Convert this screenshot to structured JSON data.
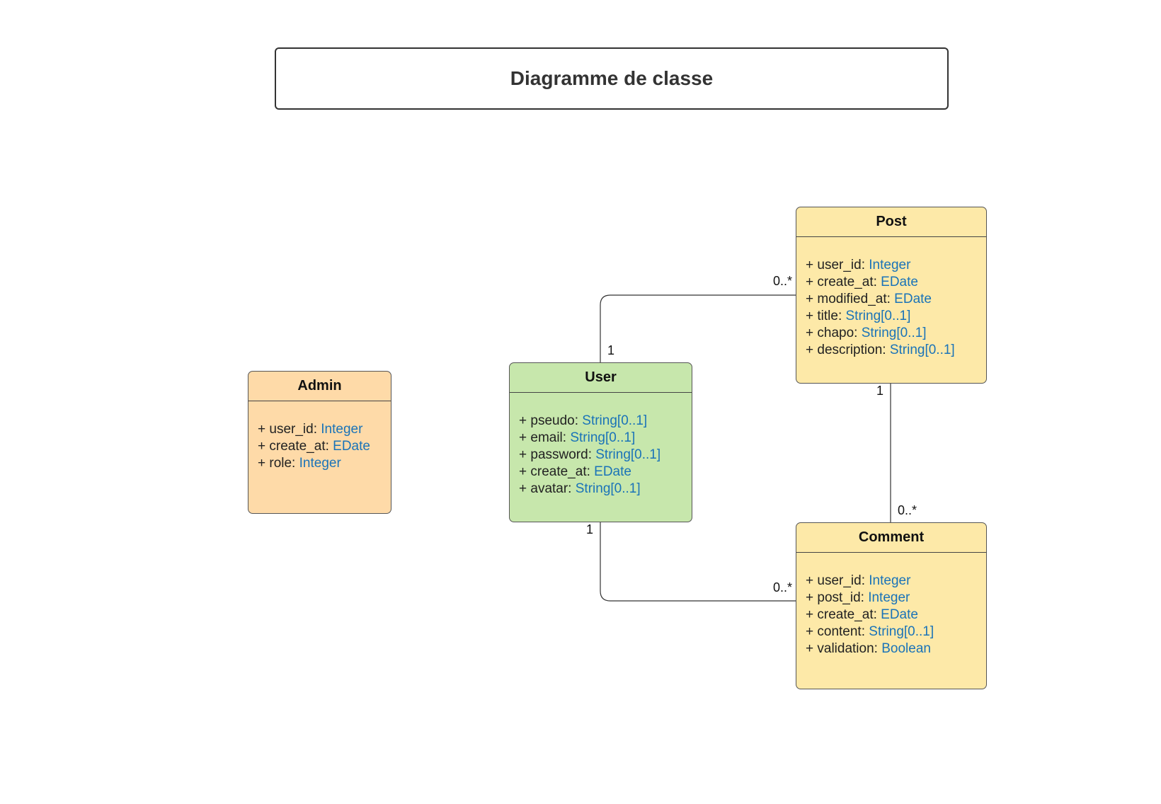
{
  "title": "Diagramme de classe",
  "colors": {
    "admin": "#fedaa8",
    "user": "#c7e7ac",
    "post": "#fde9a8",
    "comment": "#fde9a8",
    "type_text": "#1a73b8"
  },
  "classes": {
    "admin": {
      "name": "Admin",
      "attributes": [
        {
          "name": "+ user_id: ",
          "type": "Integer"
        },
        {
          "name": "+ create_at: ",
          "type": "EDate"
        },
        {
          "name": "+ role: ",
          "type": "Integer"
        }
      ]
    },
    "user": {
      "name": "User",
      "attributes": [
        {
          "name": "+ pseudo: ",
          "type": "String[0..1]"
        },
        {
          "name": "+ email: ",
          "type": "String[0..1]"
        },
        {
          "name": "+ password: ",
          "type": "String[0..1]"
        },
        {
          "name": "+ create_at: ",
          "type": "EDate"
        },
        {
          "name": "+ avatar: ",
          "type": "String[0..1]"
        }
      ]
    },
    "post": {
      "name": "Post",
      "attributes": [
        {
          "name": "+ user_id: ",
          "type": "Integer"
        },
        {
          "name": "+ create_at: ",
          "type": "EDate"
        },
        {
          "name": "+ modified_at: ",
          "type": "EDate"
        },
        {
          "name": "+ title: ",
          "type": "String[0..1]"
        },
        {
          "name": "+ chapo: ",
          "type": "String[0..1]"
        },
        {
          "name": "+ description: ",
          "type": "String[0..1]"
        }
      ]
    },
    "comment": {
      "name": "Comment",
      "attributes": [
        {
          "name": "+ user_id: ",
          "type": "Integer"
        },
        {
          "name": "+ post_id: ",
          "type": "Integer"
        },
        {
          "name": "+ create_at: ",
          "type": "EDate"
        },
        {
          "name": "+ content: ",
          "type": "String[0..1]"
        },
        {
          "name": "+ validation: ",
          "type": "Boolean"
        }
      ]
    }
  },
  "associations": [
    {
      "from": "User",
      "to": "Post",
      "from_mult": "1",
      "to_mult": "0..*"
    },
    {
      "from": "Post",
      "to": "Comment",
      "from_mult": "1",
      "to_mult": "0..*"
    },
    {
      "from": "User",
      "to": "Comment",
      "from_mult": "1",
      "to_mult": "0..*"
    }
  ]
}
